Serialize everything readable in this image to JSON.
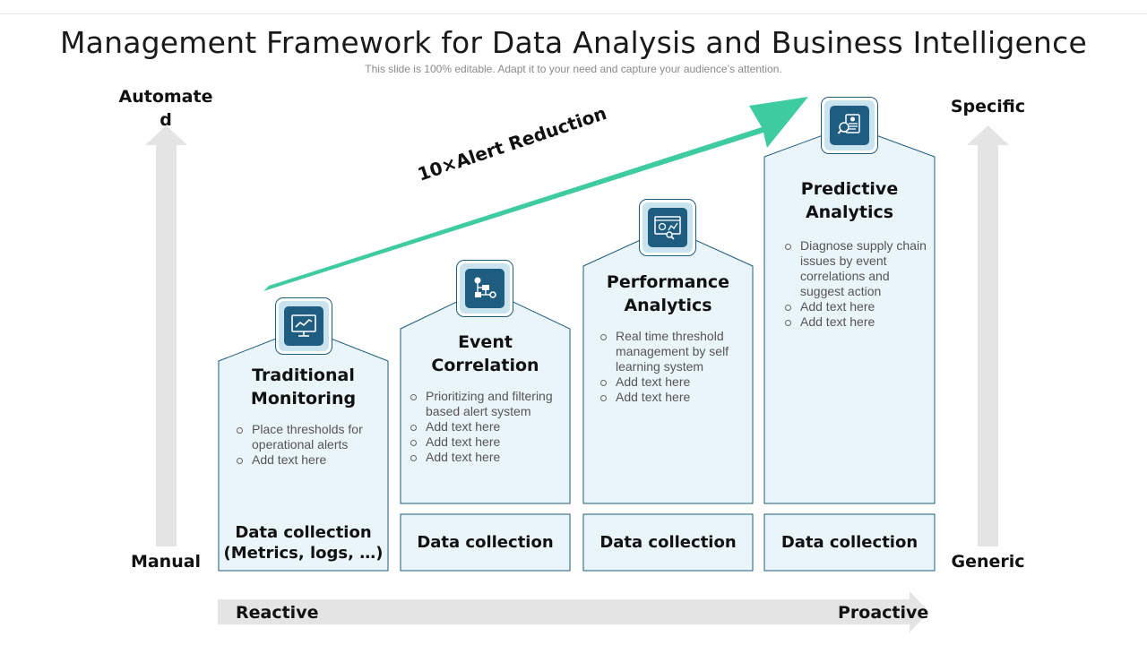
{
  "header": {
    "title": "Management Framework for Data Analysis and Business Intelligence",
    "subtitle": "This slide is 100% editable. Adapt it to your need and capture your audience’s attention."
  },
  "left_axis": {
    "top_label_line1": "Automate",
    "top_label_line2": "d",
    "bottom_label": "Manual"
  },
  "right_axis": {
    "top_label": "Specific",
    "bottom_label": "Generic"
  },
  "bottom_axis": {
    "start_label": "Reactive",
    "end_label": "Proactive"
  },
  "growth_arrow": {
    "label": "10×Alert Reduction"
  },
  "colors": {
    "accent_arrow": "#3ecba0",
    "icon_fill": "#1f5d80",
    "card_fill": "#eaf5fa",
    "card_border": "#1f5d80",
    "axis_arrow": "#e4e4e4"
  },
  "stages": [
    {
      "title_line1": "Traditional",
      "title_line2": "Monitoring",
      "icon": "monitor-chart-icon",
      "bullets": [
        "Place thresholds for operational alerts",
        "Add text here"
      ],
      "footer_line1": "Data collection",
      "footer_line2": "(Metrics, logs, …)"
    },
    {
      "title_line1": "Event",
      "title_line2": "Correlation",
      "icon": "workflow-icon",
      "bullets": [
        "Prioritizing and filtering based alert system",
        "Add text here",
        "Add text here",
        "Add text here"
      ],
      "footer_line1": "Data collection"
    },
    {
      "title_line1": "Performance",
      "title_line2": "Analytics",
      "icon": "dashboard-search-icon",
      "bullets": [
        "Real time threshold management by self learning system",
        "Add text here",
        "Add text here"
      ],
      "footer_line1": "Data collection"
    },
    {
      "title_line1": "Predictive",
      "title_line2": "Analytics",
      "icon": "analytics-document-icon",
      "bullets": [
        "Diagnose supply chain issues by event correlations and suggest action",
        "Add text here",
        "Add text here"
      ],
      "footer_line1": "Data collection"
    }
  ]
}
